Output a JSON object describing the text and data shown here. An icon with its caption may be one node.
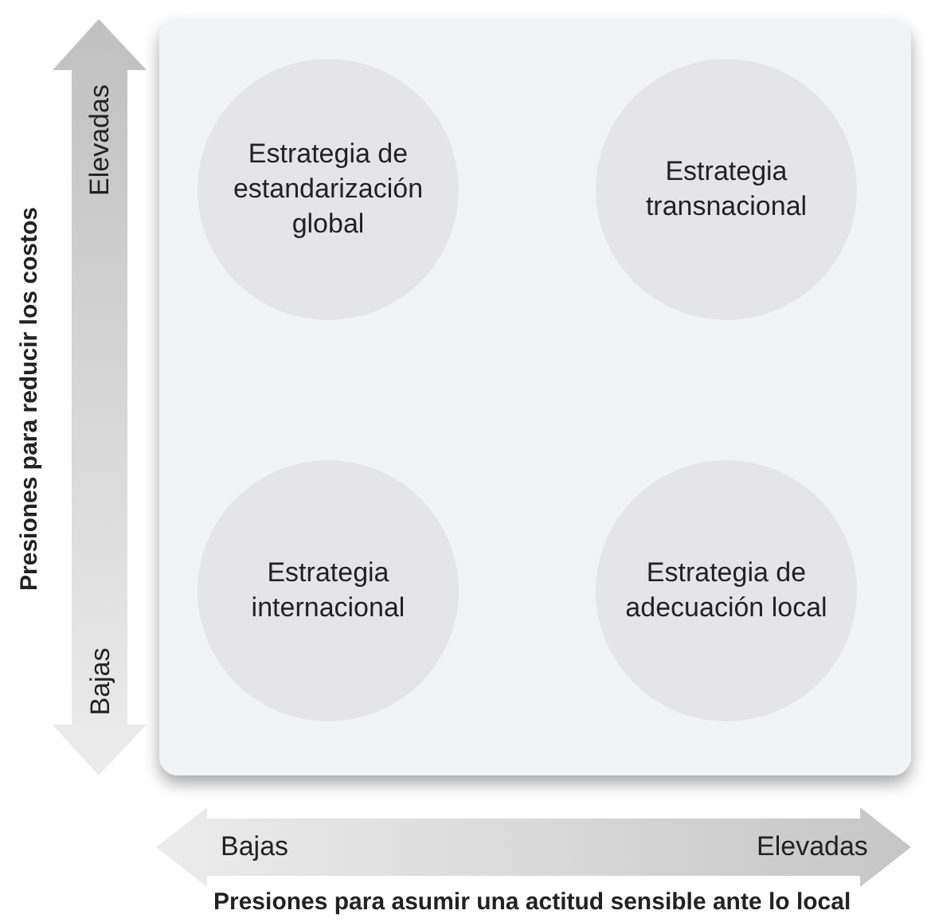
{
  "diagram": {
    "nodes": [
      {
        "text": [
          "Estrategia de estandarización global"
        ]
      },
      {
        "text": [
          "Estrategia transnacional"
        ]
      },
      {
        "text": [
          "Estrategia internacional"
        ]
      },
      {
        "text": [
          "Estrategia de adecuación local"
        ]
      }
    ],
    "edges": [],
    "labels": [
      "Presiones para reducir los costos",
      "Elevadas",
      "Bajas",
      "Bajas",
      "Elevadas",
      "Presiones para asumir una actitud sensible ante lo local"
    ]
  }
}
